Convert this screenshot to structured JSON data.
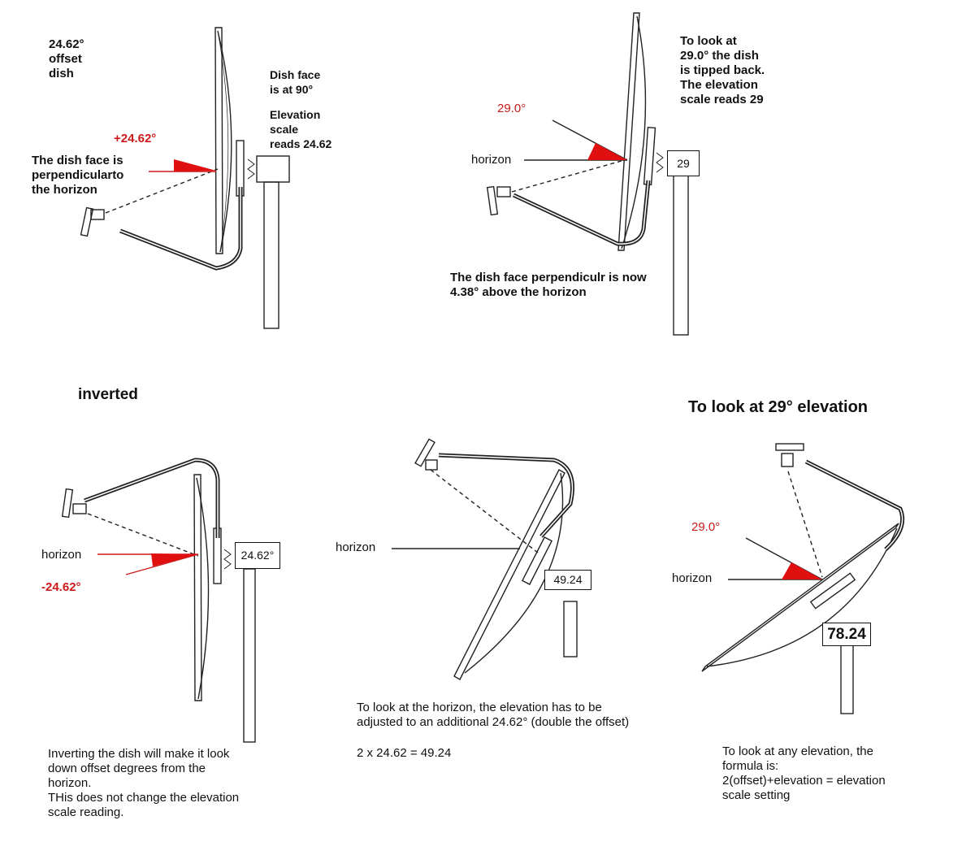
{
  "panel1": {
    "offset_text": "24.62°\noffset\ndish",
    "angle_label": "+24.62°",
    "perp_text": "The dish face is\nperpendicularto\nthe horizon",
    "face_text": "Dish face\nis at 90°",
    "scale_text": "Elevation\nscale\nreads 24.62"
  },
  "panel2": {
    "angle_label": "29.0°",
    "horizon_label": "horizon",
    "tipped_text": "To look at\n29.0° the dish\nis tipped back.\nThe elevation\nscale reads 29",
    "box_value": "29",
    "perp_text": "The dish face perpendiculr is now\n4.38° above the horizon"
  },
  "panel3": {
    "title": "inverted",
    "horizon_label": "horizon",
    "angle_label": "-24.62°",
    "box_value": "24.62°",
    "caption": "Inverting the dish will make it look\ndown offset degrees from the\nhorizon.\nTHis does not change the elevation\nscale reading."
  },
  "panel4": {
    "horizon_label": "horizon",
    "box_value": "49.24",
    "caption": "To look at the horizon, the elevation has to be\nadjusted to an additional 24.62° (double the offset)",
    "formula": "2 x 24.62 = 49.24"
  },
  "panel5": {
    "title": "To look at 29° elevation",
    "angle_label": "29.0°",
    "horizon_label": "horizon",
    "box_value": "78.24",
    "caption": "To look at any elevation, the\nformula is:\n2(offset)+elevation = elevation\nscale setting"
  },
  "colors": {
    "angle_wedge": "#e01010",
    "label_red": "#cc1a1a",
    "ink": "#111111"
  }
}
